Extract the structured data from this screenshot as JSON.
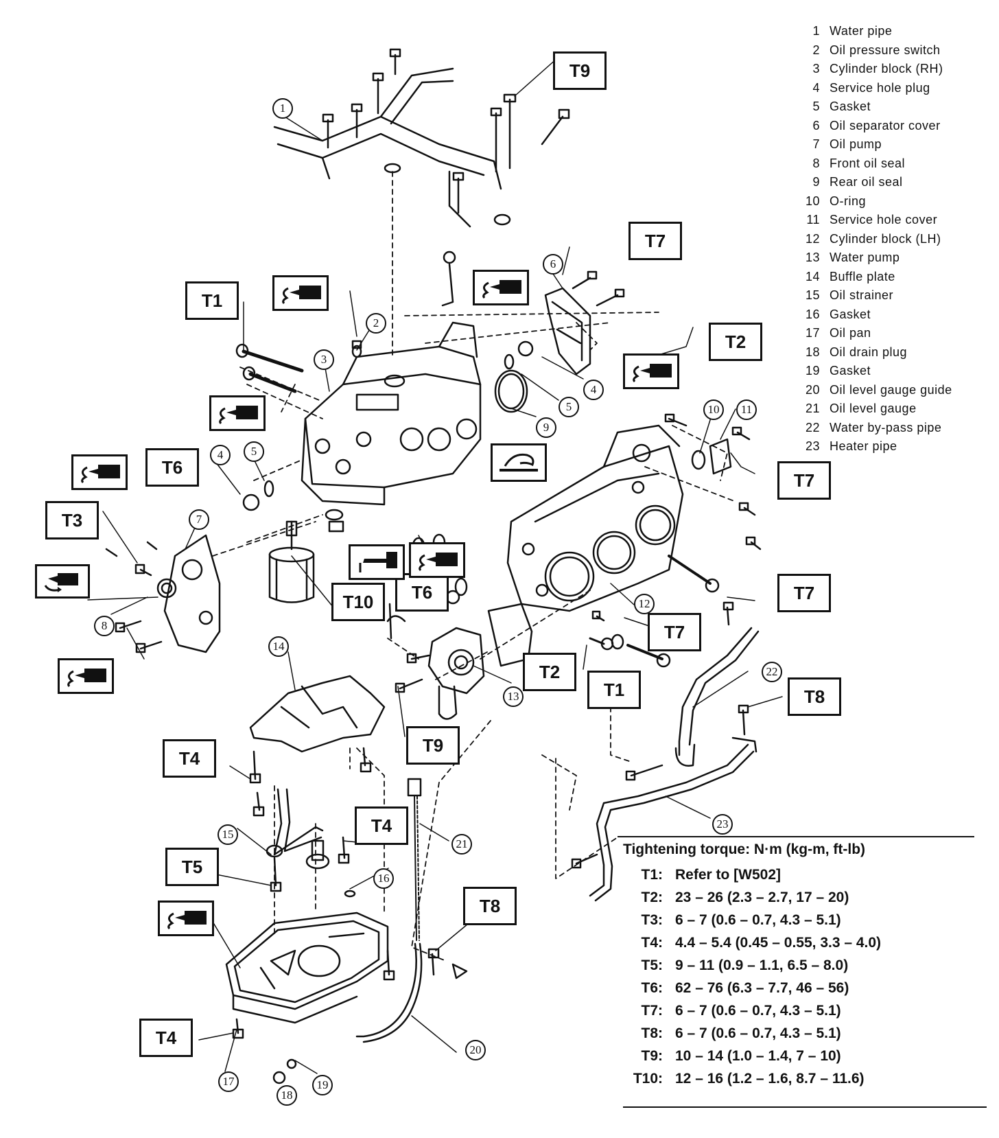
{
  "legend": [
    {
      "num": "1",
      "name": "Water pipe"
    },
    {
      "num": "2",
      "name": "Oil pressure switch"
    },
    {
      "num": "3",
      "name": "Cylinder block (RH)"
    },
    {
      "num": "4",
      "name": "Service hole plug"
    },
    {
      "num": "5",
      "name": "Gasket"
    },
    {
      "num": "6",
      "name": "Oil separator cover"
    },
    {
      "num": "7",
      "name": "Oil pump"
    },
    {
      "num": "8",
      "name": "Front oil seal"
    },
    {
      "num": "9",
      "name": "Rear oil seal"
    },
    {
      "num": "10",
      "name": "O-ring"
    },
    {
      "num": "11",
      "name": "Service hole cover"
    },
    {
      "num": "12",
      "name": "Cylinder block (LH)"
    },
    {
      "num": "13",
      "name": "Water pump"
    },
    {
      "num": "14",
      "name": "Buffle plate"
    },
    {
      "num": "15",
      "name": "Oil strainer"
    },
    {
      "num": "16",
      "name": "Gasket"
    },
    {
      "num": "17",
      "name": "Oil pan"
    },
    {
      "num": "18",
      "name": "Oil drain plug"
    },
    {
      "num": "19",
      "name": "Gasket"
    },
    {
      "num": "20",
      "name": "Oil level gauge guide"
    },
    {
      "num": "21",
      "name": "Oil level gauge"
    },
    {
      "num": "22",
      "name": "Water by-pass pipe"
    },
    {
      "num": "23",
      "name": "Heater pipe"
    }
  ],
  "torque": {
    "title": "Tightening torque:  N·m (kg-m, ft-lb)",
    "rows": [
      {
        "code": "T1:",
        "value": "Refer to [W502]"
      },
      {
        "code": "T2:",
        "value": "23 – 26 (2.3 – 2.7, 17 – 20)"
      },
      {
        "code": "T3:",
        "value": "6 – 7 (0.6 – 0.7, 4.3 – 5.1)"
      },
      {
        "code": "T4:",
        "value": "4.4 – 5.4 (0.45 – 0.55, 3.3 – 4.0)"
      },
      {
        "code": "T5:",
        "value": "9 – 11 (0.9 – 1.1, 6.5 – 8.0)"
      },
      {
        "code": "T6:",
        "value": "62 – 76 (6.3 – 7.7, 46 – 56)"
      },
      {
        "code": "T7:",
        "value": "6 – 7 (0.6 – 0.7, 4.3 – 5.1)"
      },
      {
        "code": "T8:",
        "value": "6 – 7 (0.6 – 0.7, 4.3 – 5.1)"
      },
      {
        "code": "T9:",
        "value": "10 – 14 (1.0 – 1.4, 7 – 10)"
      },
      {
        "code": "T10:",
        "value": "12 – 16 (1.2 – 1.6, 8.7 – 11.6)"
      }
    ]
  },
  "torque_tags": {
    "t1": "T1",
    "t2": "T2",
    "t3": "T3",
    "t4": "T4",
    "t5": "T5",
    "t6": "T6",
    "t7": "T7",
    "t8": "T8",
    "t9": "T9",
    "t10": "T10"
  },
  "callouts": {
    "c1": "1",
    "c2": "2",
    "c3": "3",
    "c4": "4",
    "c5": "5",
    "c6": "6",
    "c7": "7",
    "c8": "8",
    "c9": "9",
    "c10": "10",
    "c11": "11",
    "c12": "12",
    "c13": "13",
    "c14": "14",
    "c15": "15",
    "c16": "16",
    "c17": "17",
    "c18": "18",
    "c19": "19",
    "c20": "20",
    "c21": "21",
    "c22": "22",
    "c23": "23"
  },
  "icons": [
    "sealant-tube-icon",
    "oil-application-icon",
    "grease-application-icon"
  ]
}
